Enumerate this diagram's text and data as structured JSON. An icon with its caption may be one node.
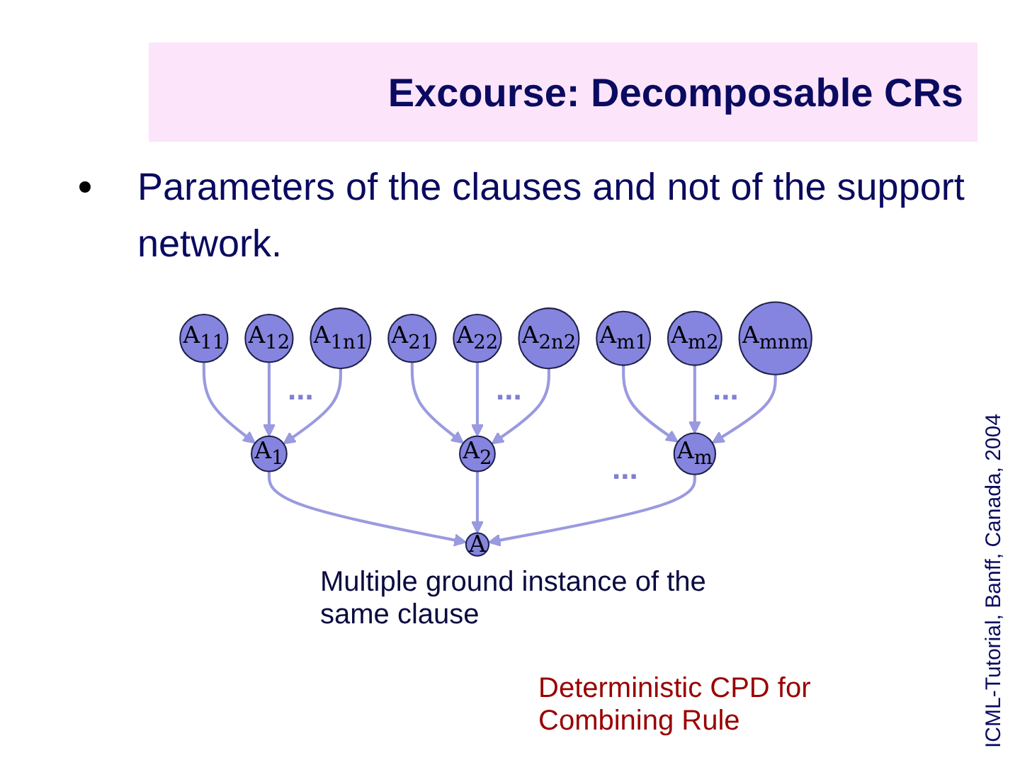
{
  "diagram": {
    "title": "Excourse: Decomposable CRs",
    "nodes": [
      {
        "text": [
          "A$_{11}$"
        ]
      },
      {
        "text": [
          "A$_{12}$"
        ]
      },
      {
        "text": [
          "A$_{1n1}$"
        ]
      },
      {
        "text": [
          "A$_{21}$"
        ]
      },
      {
        "text": [
          "A$_{22}$"
        ]
      },
      {
        "text": [
          "A$_{2n2}$"
        ]
      },
      {
        "text": [
          "A$_{m1}$"
        ]
      },
      {
        "text": [
          "A$_{m2}$"
        ]
      },
      {
        "text": [
          "A$_{mnm}$"
        ]
      },
      {
        "text": [
          "A$_{1}$"
        ]
      },
      {
        "text": [
          "A$_{2}$"
        ]
      },
      {
        "text": [
          "A$_{m}$"
        ]
      },
      {
        "text": [
          "A"
        ]
      }
    ],
    "edges": [
      {
        "from": 0,
        "to": 9,
        "arrow": "to"
      },
      {
        "from": 1,
        "to": 9,
        "arrow": "to"
      },
      {
        "from": 2,
        "to": 9,
        "arrow": "to"
      },
      {
        "from": 3,
        "to": 10,
        "arrow": "to"
      },
      {
        "from": 4,
        "to": 10,
        "arrow": "to"
      },
      {
        "from": 5,
        "to": 10,
        "arrow": "to"
      },
      {
        "from": 6,
        "to": 11,
        "arrow": "to"
      },
      {
        "from": 7,
        "to": 11,
        "arrow": "to"
      },
      {
        "from": 8,
        "to": 11,
        "arrow": "to"
      },
      {
        "from": 9,
        "to": 12,
        "arrow": "to"
      },
      {
        "from": 10,
        "to": 12,
        "arrow": "to"
      },
      {
        "from": 11,
        "to": 12,
        "arrow": "to"
      }
    ],
    "labels": [
      "Parameters of the clauses and not of the support network.",
      "ICML-Tutorial, Banff, Canada, 2004",
      "...",
      "...",
      "...",
      "...",
      "Multiple ground instance of the same clause",
      "Deterministic CPD for Combining Rule"
    ]
  }
}
